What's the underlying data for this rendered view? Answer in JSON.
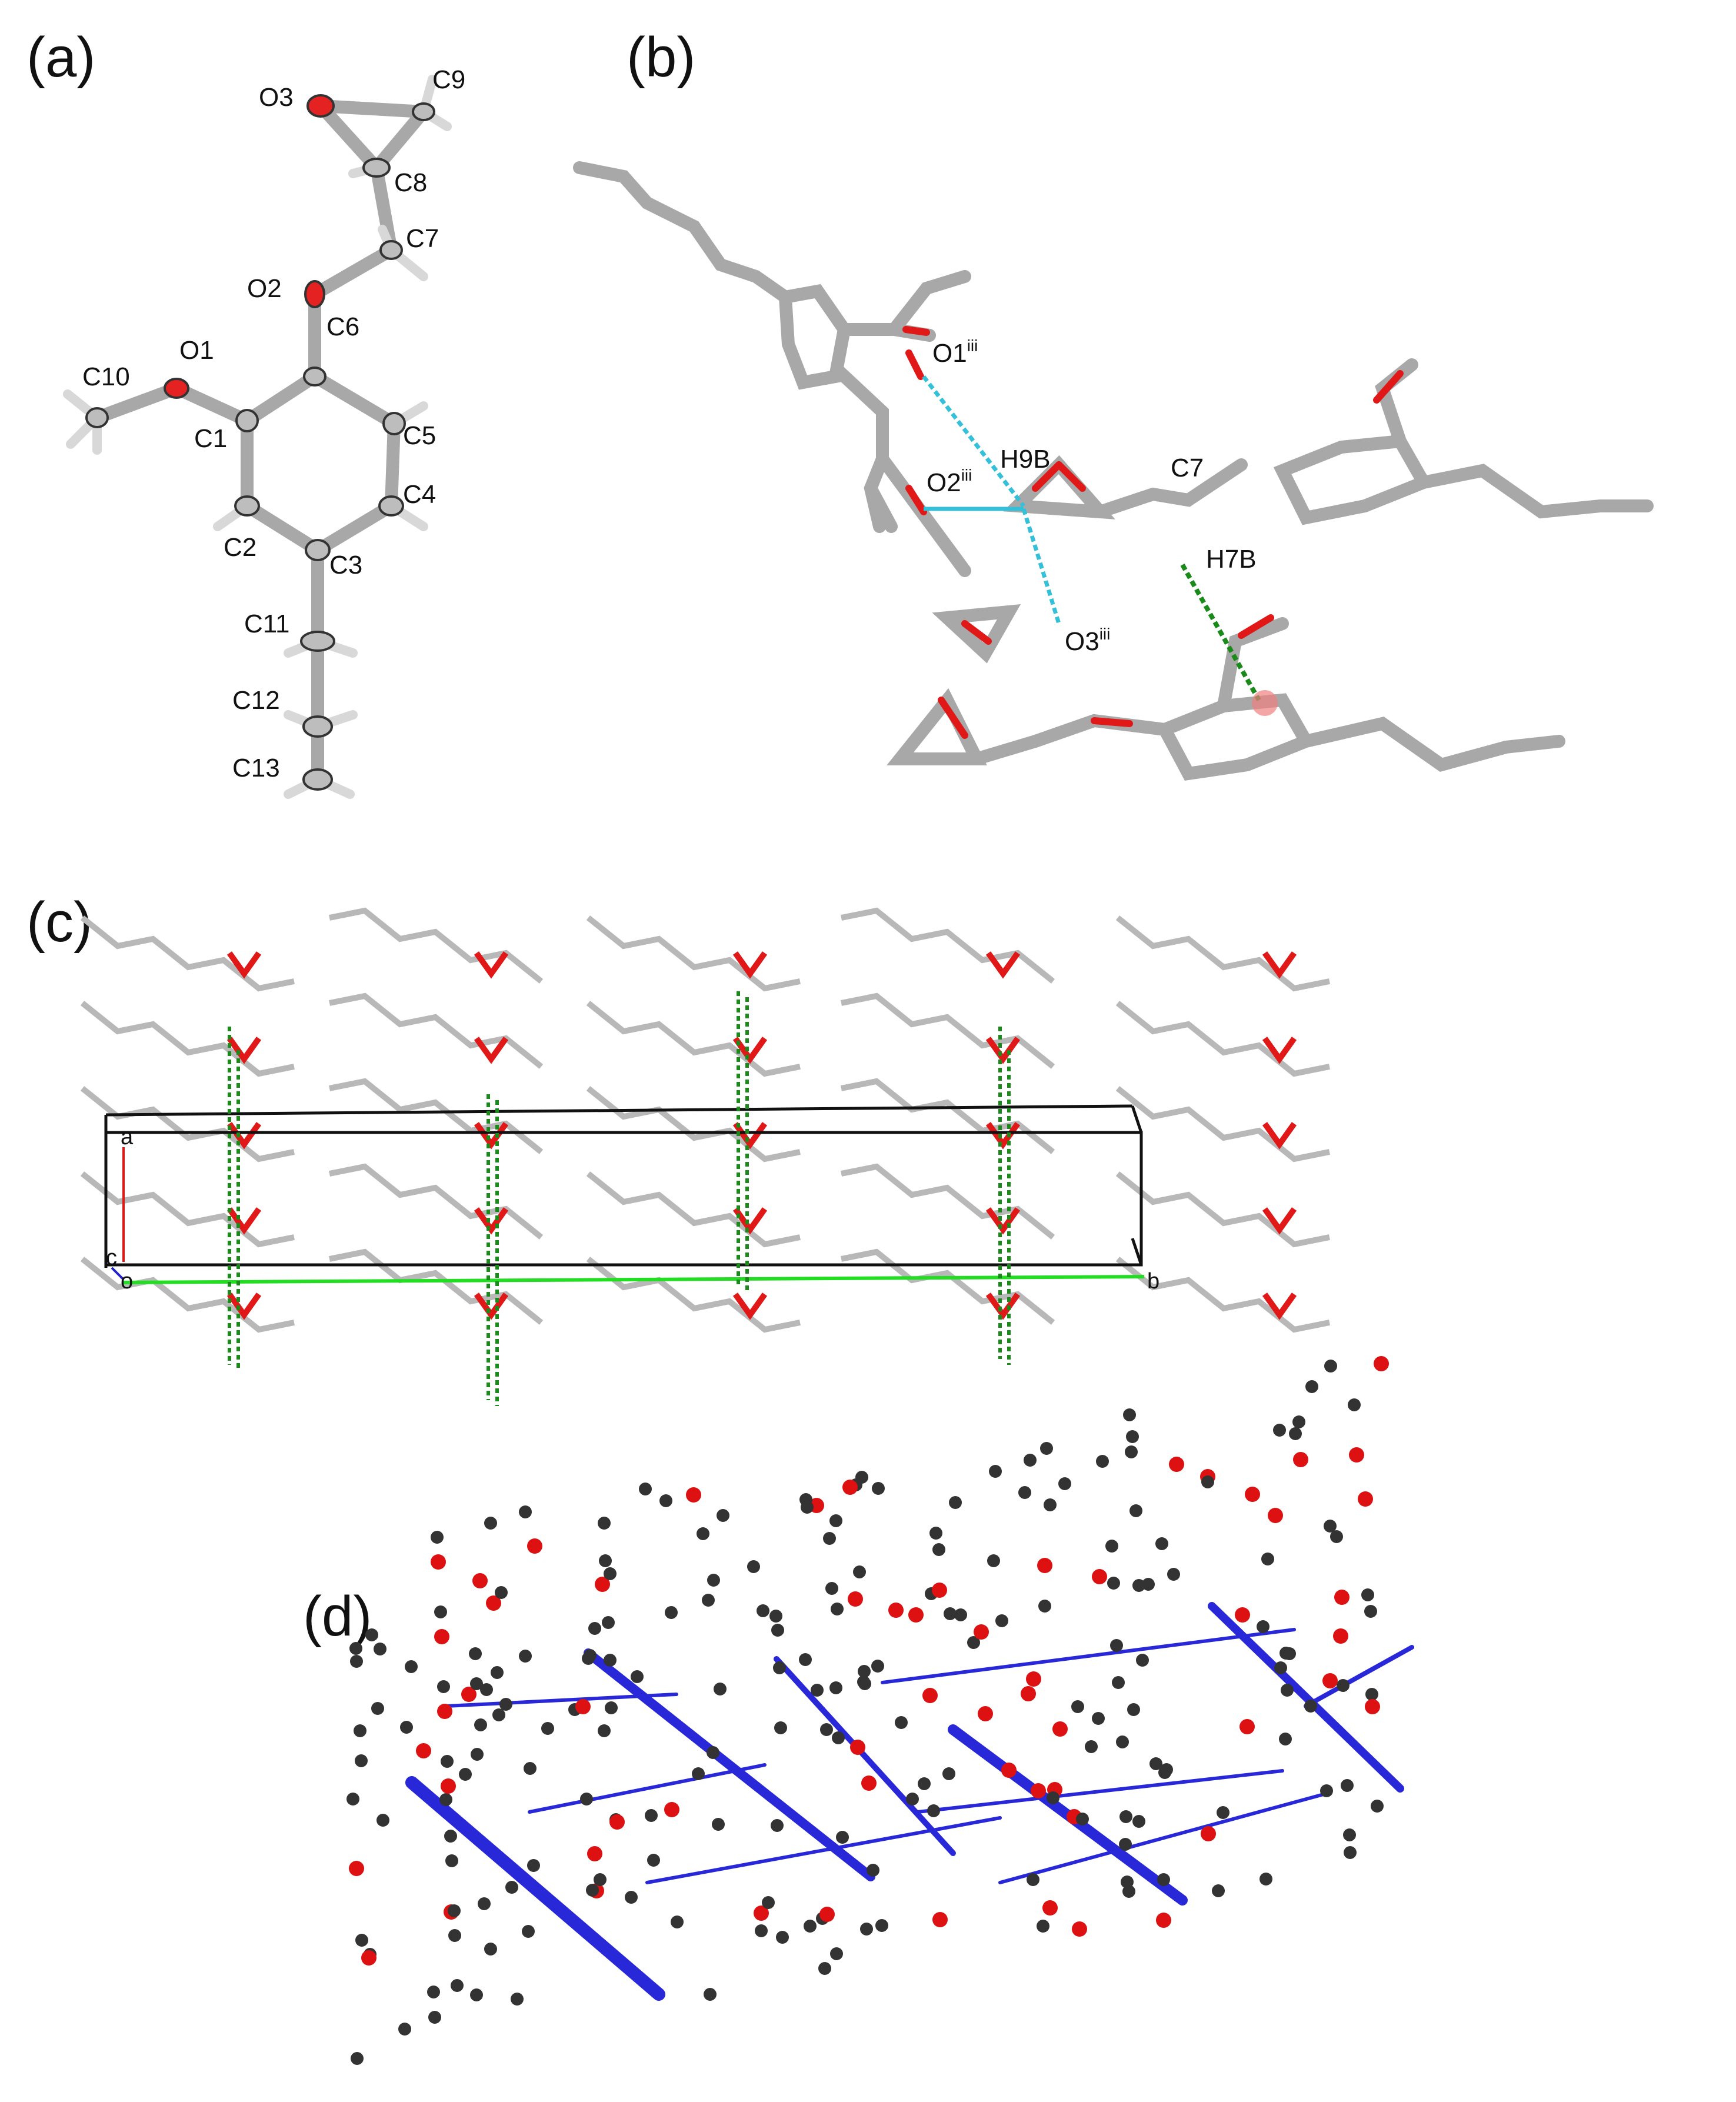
{
  "panels": {
    "a": {
      "label": "(a)",
      "atoms": {
        "O1": "O1",
        "O2": "O2",
        "O3": "O3",
        "C1": "C1",
        "C2": "C2",
        "C3": "C3",
        "C4": "C4",
        "C5": "C5",
        "C6": "C6",
        "C7": "C7",
        "C8": "C8",
        "C9": "C9",
        "C10": "C10",
        "C11": "C11",
        "C12": "C12",
        "C13": "C13"
      }
    },
    "b": {
      "label": "(b)",
      "labels": {
        "O1": "O1",
        "O1_sup": "iii",
        "O2": "O2",
        "O2_sup": "iii",
        "O3": "O3",
        "O3_sup": "iii",
        "H9B": "H9B",
        "C7": "C7",
        "H7B": "H7B"
      },
      "colors": {
        "h_bond_contact": "#33c0d8",
        "ch_pi_contact": "#1a8a1a"
      }
    },
    "c": {
      "label": "(c)",
      "axes": {
        "a": "a",
        "c": "c",
        "o": "o",
        "b": "b"
      },
      "colors": {
        "carbon": "#b8b8b8",
        "oxygen": "#e01818",
        "contact": "#1a8a1a",
        "b_axis": "#22dd22"
      }
    },
    "d": {
      "label": "(d)",
      "colors": {
        "energy_framework": "#2828d8",
        "carbon_atom": "#333333",
        "oxygen_atom": "#dd1111",
        "hydrogen_atom": "#e8e8c0"
      }
    }
  }
}
